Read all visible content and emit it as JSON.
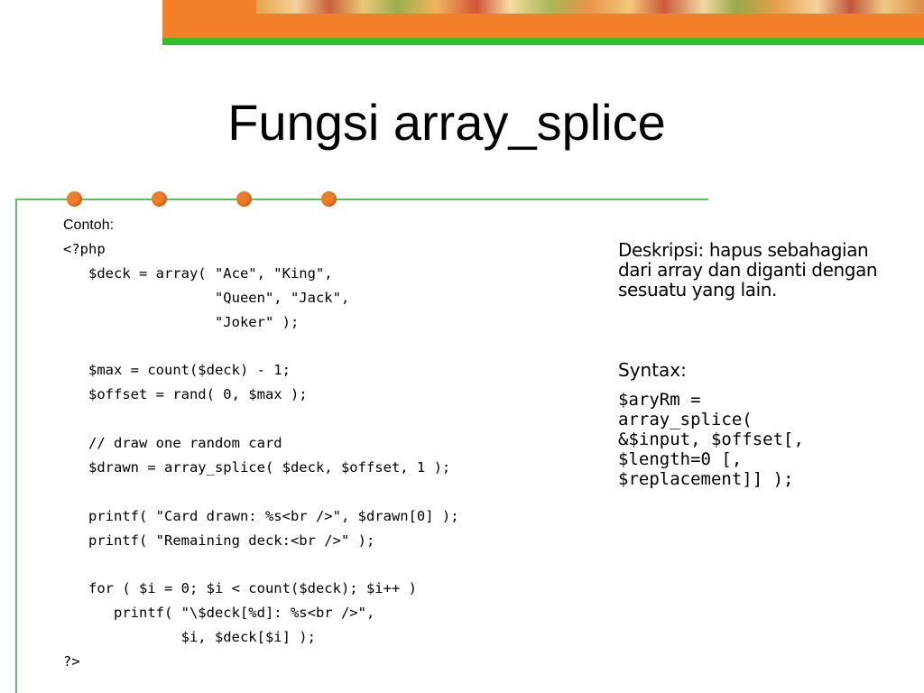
{
  "slide": {
    "title": "Fungsi array_splice",
    "colors": {
      "accent_orange": "#f47f2a",
      "accent_green": "#2fbf2f",
      "rule_green": "#5bbf5b",
      "bullet_orange": "#ee7d2b"
    }
  },
  "code_section": {
    "label": "Contoh:",
    "lines": [
      "<?php",
      "   $deck = array( \"Ace\", \"King\",",
      "                  \"Queen\", \"Jack\",",
      "                  \"Joker\" );",
      "",
      "   $max = count($deck) - 1;",
      "   $offset = rand( 0, $max );",
      "",
      "   // draw one random card",
      "   $drawn = array_splice( $deck, $offset, 1 );",
      "",
      "   printf( \"Card drawn: %s<br />\", $drawn[0] );",
      "   printf( \"Remaining deck:<br />\" );",
      "",
      "   for ( $i = 0; $i < count($deck); $i++ )",
      "      printf( \"\\$deck[%d]: %s<br />\",",
      "              $i, $deck[$i] );",
      "?>"
    ]
  },
  "description": {
    "text": "Deskripsi: hapus sebahagian dari array dan diganti dengan sesuatu yang lain."
  },
  "syntax": {
    "label": "Syntax:",
    "code": "$aryRm =\narray_splice(\n&$input, $offset[,\n$length=0 [,\n$replacement]] );"
  }
}
